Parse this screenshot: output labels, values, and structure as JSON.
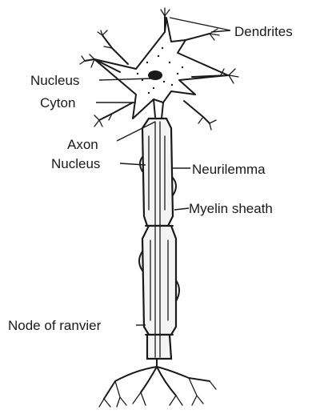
{
  "labels": {
    "dendrites": "Dendrites",
    "nucleus_cell": "Nucleus",
    "cyton": "Cyton",
    "axon": "Axon",
    "nucleus_schwann": "Nucleus",
    "neurilemma": "Neurilemma",
    "myelin_sheath": "Myelin sheath",
    "node_of_ranvier": "Node of ranvier"
  },
  "colors": {
    "ink": "#1a1a1a",
    "background": "#ffffff",
    "sheath_fill": "#f4f4f4"
  }
}
